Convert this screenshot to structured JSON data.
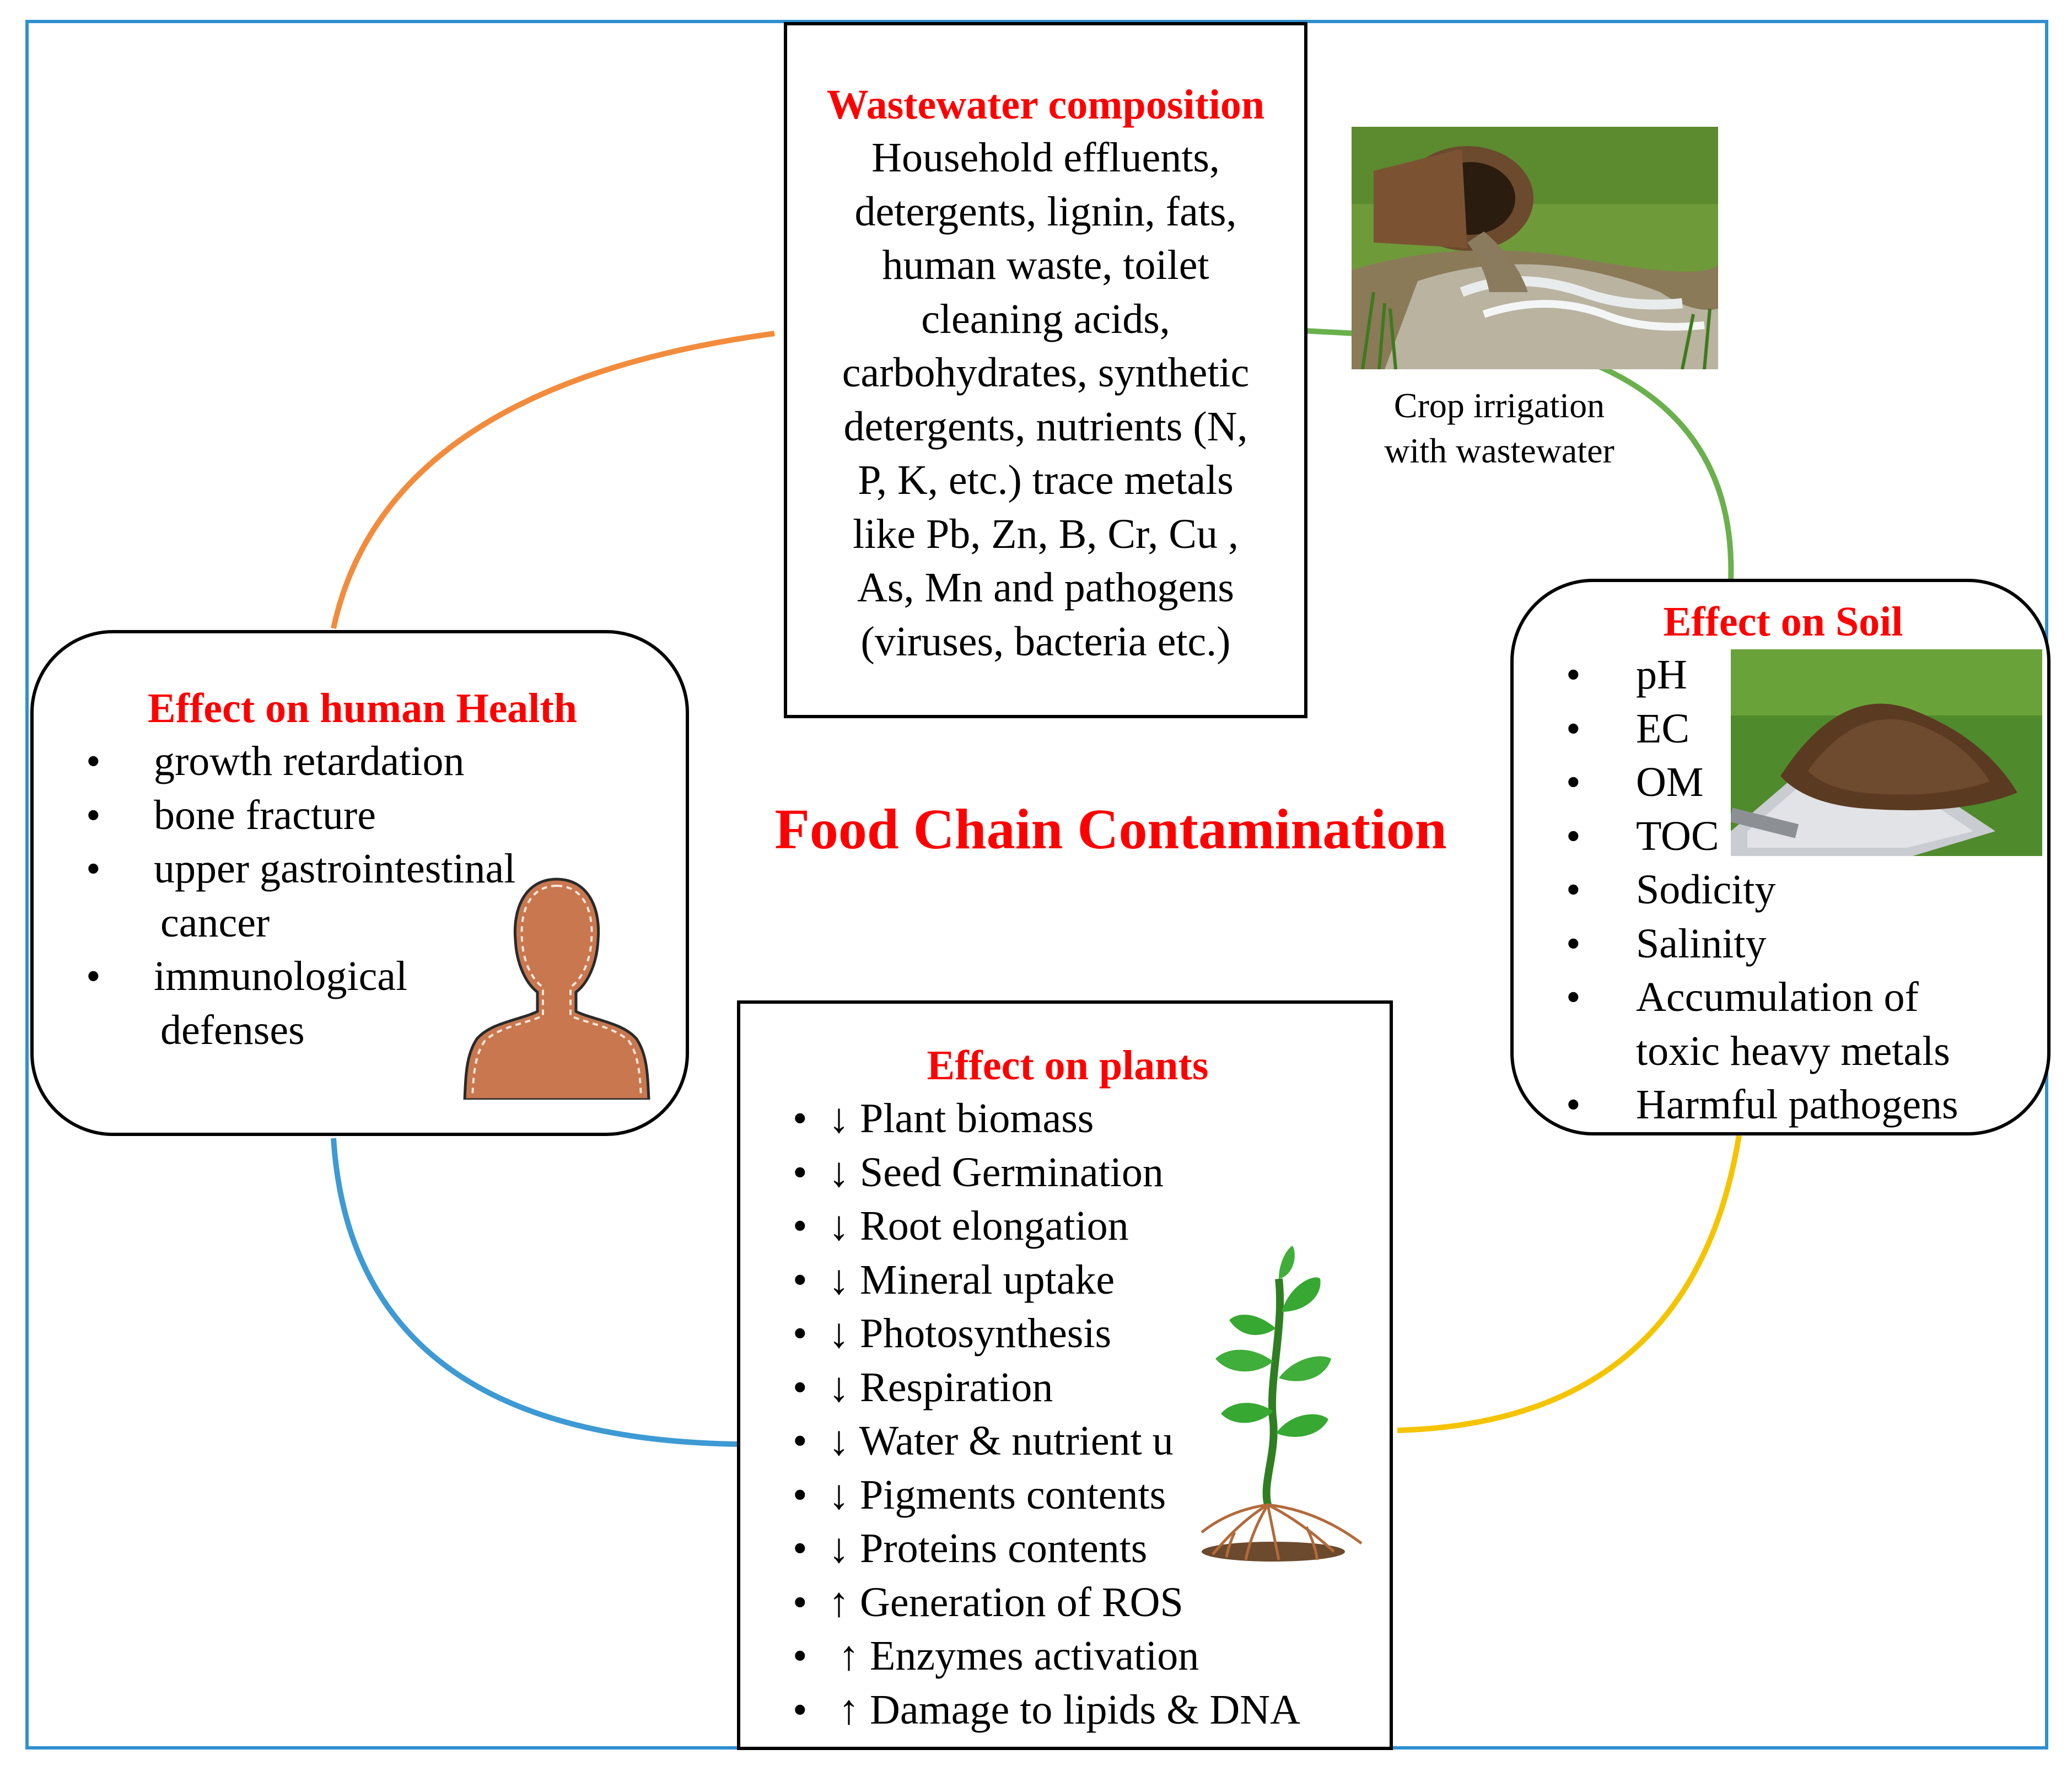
{
  "diagram": {
    "title": "Food Chain Contamination",
    "colors": {
      "title_red": "#ff0000",
      "frame_blue": "#2f8fd0",
      "arrow_orange": "#f28c3c",
      "arrow_green": "#6ab04c",
      "arrow_yellow": "#f5c400",
      "arrow_blue": "#3d9ad4"
    },
    "wastewater": {
      "title": "Wastewater composition",
      "lines": [
        "Household effluents,",
        "detergents, lignin, fats,",
        "human waste,  toilet",
        "cleaning acids,",
        "carbohydrates, synthetic",
        "detergents, nutrients (N,",
        "P, K, etc.) trace metals",
        "like Pb, Zn, B, Cr, Cu ,",
        "As, Mn and pathogens",
        "(viruses, bacteria etc.)"
      ]
    },
    "irrigation": {
      "caption_line1": "Crop irrigation",
      "caption_line2": "with wastewater",
      "icon": "wastewater-pipe-photo"
    },
    "soil": {
      "title": "Effect on Soil",
      "items": [
        "pH",
        "EC",
        "OM",
        "TOC",
        "Sodicity",
        "Salinity",
        "Accumulation of",
        "Harmful pathogens"
      ],
      "item_continuation": "toxic heavy metals",
      "icon": "soil-shovel-photo"
    },
    "health": {
      "title": "Effect on human Health",
      "items": [
        "growth retardation",
        "bone fracture",
        "upper gastrointestinal",
        "immunological"
      ],
      "continuations": [
        "cancer",
        "defenses"
      ],
      "icon": "human-silhouette-icon"
    },
    "plants": {
      "title": "Effect on plants",
      "items": [
        "↓ Plant biomass",
        "↓ Seed Germination",
        "↓ Root elongation",
        "↓ Mineral  uptake",
        "↓ Photosynthesis",
        "↓ Respiration",
        "↓ Water  & nutrient u",
        "↓ Pigments contents",
        "↓ Proteins contents",
        "↑ Generation of ROS",
        "↑ Enzymes  activation",
        "↑ Damage  to lipids & DNA"
      ],
      "icon": "plant-icon"
    }
  }
}
